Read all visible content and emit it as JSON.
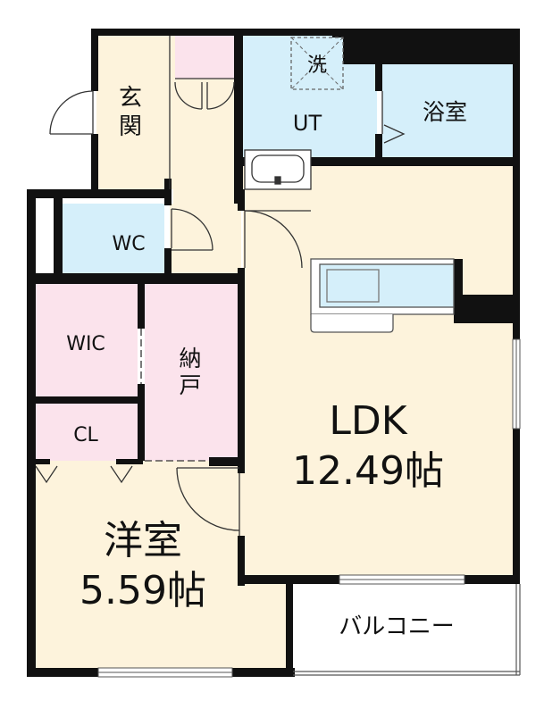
{
  "colors": {
    "wall": "#111111",
    "cream": "#fdf3dc",
    "blue": "#d5effa",
    "pink": "#fbe3ec",
    "outline": "#555555"
  },
  "rooms": {
    "genkan": {
      "label": "玄関",
      "chars": [
        "玄",
        "関"
      ]
    },
    "wash": {
      "label": "洗"
    },
    "ut": {
      "label": "UT"
    },
    "bath": {
      "label": "浴室"
    },
    "wc": {
      "label": "WC"
    },
    "wic": {
      "label": "WIC"
    },
    "nando": {
      "label": "納戸",
      "chars": [
        "納",
        "戸"
      ]
    },
    "cl": {
      "label": "CL"
    },
    "ldk": {
      "name": "LDK",
      "size": "12.49帖"
    },
    "youshitsu": {
      "name": "洋室",
      "size": "5.59帖"
    },
    "balcony": {
      "label": "バルコニー"
    }
  }
}
